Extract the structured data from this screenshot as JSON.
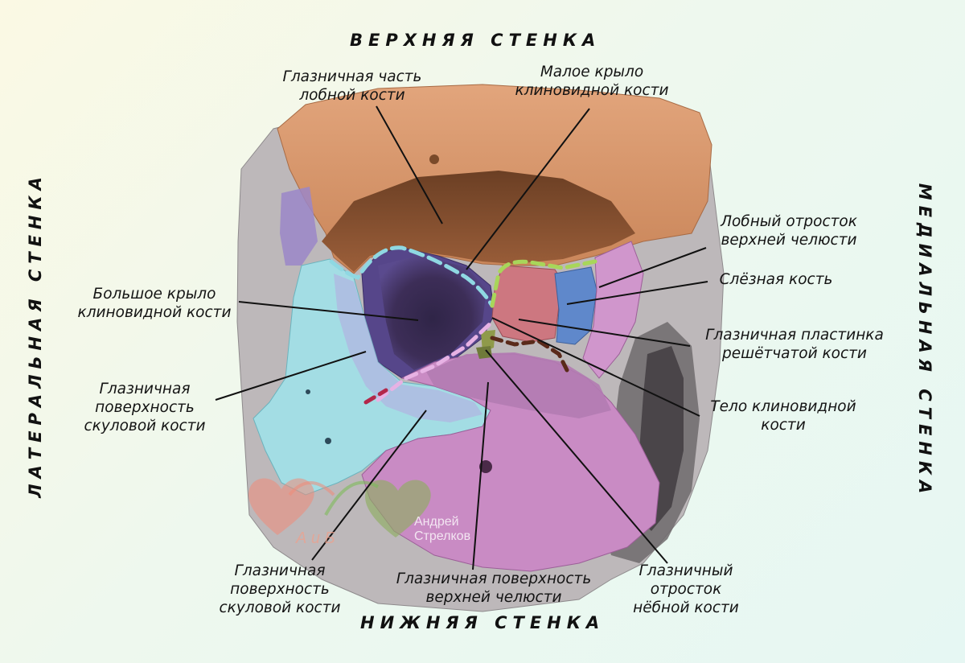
{
  "walls": {
    "top": "ВЕРХНЯЯ СТЕНКА",
    "bottom": "НИЖНЯЯ СТЕНКА",
    "left": "ЛАТЕРАЛЬНАЯ СТЕНКА",
    "right": "МЕДИАЛЬНАЯ СТЕНКА"
  },
  "labels": {
    "frontal_orbital": [
      "Глазничная часть",
      "лобной кости"
    ],
    "lesser_wing": [
      "Малое крыло",
      "клиновидной кости"
    ],
    "frontal_process_maxilla": [
      "Лобный отросток",
      "верхней челюсти"
    ],
    "lacrimal": [
      "Слёзная кость"
    ],
    "ethmoid_plate": [
      "Глазничная пластинка",
      "решётчатой кости"
    ],
    "sphenoid_body": [
      "Тело клиновидной",
      "кости"
    ],
    "greater_wing": [
      "Большое крыло",
      "клиновидной кости"
    ],
    "zygomatic_lateral": [
      "Глазничная",
      "поверхность",
      "скуловой кости"
    ],
    "zygomatic_bottom": [
      "Глазничная",
      "поверхность",
      "скуловой кости"
    ],
    "maxilla_orbital": [
      "Глазничная поверхность",
      "верхней челюсти"
    ],
    "palatine_process": [
      "Глазничный",
      "отросток",
      "нёбной  кости"
    ]
  },
  "watermark": {
    "letters": "А  и  Б",
    "name": [
      "Андрей",
      "Стрелков"
    ]
  },
  "colors": {
    "frontal": "#d8956a",
    "sphenoid_greater": "#5b4b8e",
    "zygomatic": "#9fdde4",
    "maxilla": "#c98bc2",
    "ethmoid": "#cf7a82",
    "lacrimal": "#5f86c8",
    "bone_gray": "#b8b4b6",
    "dash_cyan": "#8fd8e2",
    "dash_pink": "#e7b2e4",
    "dash_green": "#a8d65a",
    "dash_brown": "#5a2a1a"
  }
}
